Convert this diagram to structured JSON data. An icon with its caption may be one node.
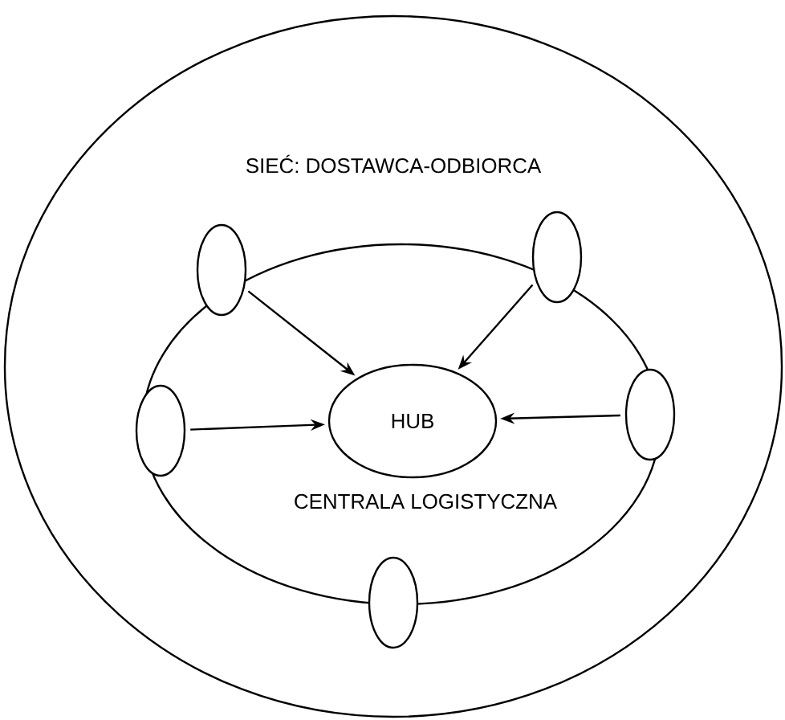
{
  "diagram": {
    "nodes": [
      {
        "text": [
          "SIEĆ: DOSTAWCA-ODBIORCA"
        ]
      },
      {
        "text": [
          "CENTRALA LOGISTYCZNA"
        ],
        "in": 0
      },
      {
        "text": [
          "HUB"
        ],
        "in": 1
      },
      {
        "text": [],
        "shape": "ellipse",
        "in": 0
      },
      {
        "text": [],
        "shape": "ellipse",
        "in": 0
      },
      {
        "text": [],
        "shape": "ellipse",
        "in": 0
      },
      {
        "text": [],
        "shape": "ellipse",
        "in": 0
      },
      {
        "text": [],
        "shape": "ellipse",
        "in": 0
      }
    ],
    "edges": [
      {
        "from": 3,
        "to": 2,
        "arrow": "to"
      },
      {
        "from": 4,
        "to": 2,
        "arrow": "to"
      },
      {
        "from": 5,
        "to": 2,
        "arrow": "to"
      },
      {
        "from": 6,
        "to": 2,
        "arrow": "to"
      }
    ]
  }
}
